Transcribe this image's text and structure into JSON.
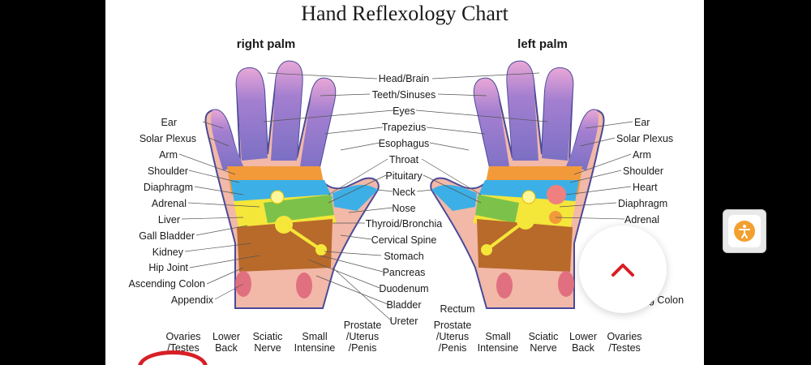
{
  "chart": {
    "title": "Hand Reflexology Chart",
    "right_palm_title": "right palm",
    "left_palm_title": "left palm",
    "left_labels": [
      "Ear",
      "Solar Plexus",
      "Arm",
      "Shoulder",
      "Diaphragm",
      "Adrenal",
      "Liver",
      "Gall Bladder",
      "Kidney",
      "Hip Joint",
      "Ascending Colon",
      "Appendix"
    ],
    "center_labels": [
      "Head/Brain",
      "Teeth/Sinuses",
      "Eyes",
      "Trapezius",
      "Esophagus",
      "Throat",
      "Pituitary",
      "Neck",
      "Nose",
      "Thyroid/Bronchia",
      "Cervical Spine",
      "Stomach",
      "Pancreas",
      "Duodenum",
      "Bladder",
      "Ureter"
    ],
    "right_labels": [
      "Ear",
      "Solar Plexus",
      "Arm",
      "Shoulder",
      "Heart",
      "Diaphragm",
      "Adrenal"
    ],
    "right_partial_label": "g Colon",
    "center_rectum": "Rectum",
    "bottom_right_palm": [
      {
        "line1": "Ovaries",
        "line2": "/Testes"
      },
      {
        "line1": "Lower",
        "line2": "Back"
      },
      {
        "line1": "Sciatic",
        "line2": "Nerve"
      },
      {
        "line1": "Small",
        "line2": "Intensine"
      },
      {
        "line1": "Prostate",
        "line2": "/Uterus",
        "line3": "/Penis"
      }
    ],
    "bottom_left_palm": [
      {
        "line1": "Prostate",
        "line2": "/Uterus",
        "line3": "/Penis"
      },
      {
        "line1": "Small",
        "line2": "Intensine"
      },
      {
        "line1": "Sciatic",
        "line2": "Nerve"
      },
      {
        "line1": "Lower",
        "line2": "Back"
      },
      {
        "line1": "Ovaries",
        "line2": "/Testes"
      }
    ]
  },
  "overlay": {
    "accessibility_icon": "accessibility-person-icon",
    "scroll_top_icon": "chevron-up-icon",
    "accent_color": "#d81f26",
    "accessibility_color": "#f2a030"
  }
}
